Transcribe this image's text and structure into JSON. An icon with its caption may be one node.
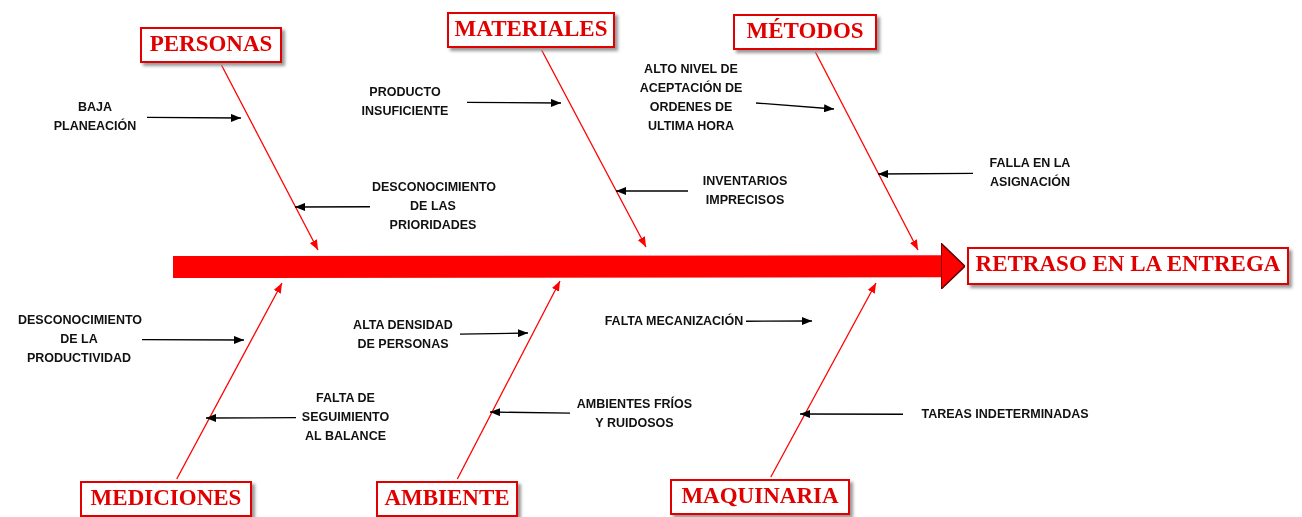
{
  "diagram": {
    "nodes": [
      {
        "text": [
          "PERSONAS"
        ]
      },
      {
        "text": [
          "MATERIALES"
        ]
      },
      {
        "text": [
          "MÉTODOS"
        ]
      },
      {
        "text": [
          "RETRASO EN LA ENTREGA"
        ]
      },
      {
        "text": [
          "MEDICIONES"
        ]
      },
      {
        "text": [
          "AMBIENTE"
        ]
      },
      {
        "text": [
          "MAQUINARIA"
        ]
      },
      {
        "text": [
          "BAJA PLANEACIÓN"
        ]
      },
      {
        "text": [
          "DESCONOCIMIENTO DE LAS PRIORIDADES"
        ]
      },
      {
        "text": [
          "PRODUCTO INSUFICIENTE"
        ]
      },
      {
        "text": [
          "INVENTARIOS IMPRECISOS"
        ]
      },
      {
        "text": [
          "ALTO NIVEL DE ACEPTACIÓN DE ORDENES DE ULTIMA HORA"
        ]
      },
      {
        "text": [
          "FALLA EN LA ASIGNACIÓN"
        ]
      },
      {
        "text": [
          "DESCONOCIMIENTO DE LA PRODUCTIVIDAD"
        ]
      },
      {
        "text": [
          "FALTA DE SEGUIMIENTO AL BALANCE"
        ]
      },
      {
        "text": [
          "ALTA DENSIDAD DE PERSONAS"
        ]
      },
      {
        "text": [
          "FALTA MECANIZACIÓN"
        ]
      },
      {
        "text": [
          "AMBIENTES FRÍOS Y RUIDOSOS"
        ]
      },
      {
        "text": [
          "TAREAS INDETERMINADAS"
        ]
      }
    ],
    "edges": [
      {
        "from": null,
        "to": 3,
        "arrow": "to",
        "style": "thick",
        "color": "#ff0000"
      },
      {
        "from": 0,
        "to": null,
        "arrow": "to",
        "color": "#ff0000"
      },
      {
        "from": 1,
        "to": null,
        "arrow": "to",
        "color": "#ff0000"
      },
      {
        "from": 2,
        "to": null,
        "arrow": "to",
        "color": "#ff0000"
      },
      {
        "from": 4,
        "to": null,
        "arrow": "to",
        "color": "#ff0000"
      },
      {
        "from": 5,
        "to": null,
        "arrow": "to",
        "color": "#ff0000"
      },
      {
        "from": 6,
        "to": null,
        "arrow": "to",
        "color": "#ff0000"
      },
      {
        "from": 7,
        "to": null,
        "arrow": "to"
      },
      {
        "from": 8,
        "to": null,
        "arrow": "to"
      },
      {
        "from": 9,
        "to": null,
        "arrow": "to"
      },
      {
        "from": 10,
        "to": null,
        "arrow": "to"
      },
      {
        "from": 11,
        "to": null,
        "arrow": "to"
      },
      {
        "from": 12,
        "to": null,
        "arrow": "to"
      },
      {
        "from": 13,
        "to": null,
        "arrow": "to"
      },
      {
        "from": 14,
        "to": null,
        "arrow": "to"
      },
      {
        "from": 15,
        "to": null,
        "arrow": "to"
      },
      {
        "from": 16,
        "to": null,
        "arrow": "to"
      },
      {
        "from": 17,
        "to": null,
        "arrow": "to"
      },
      {
        "from": 18,
        "to": null,
        "arrow": "to"
      }
    ]
  }
}
